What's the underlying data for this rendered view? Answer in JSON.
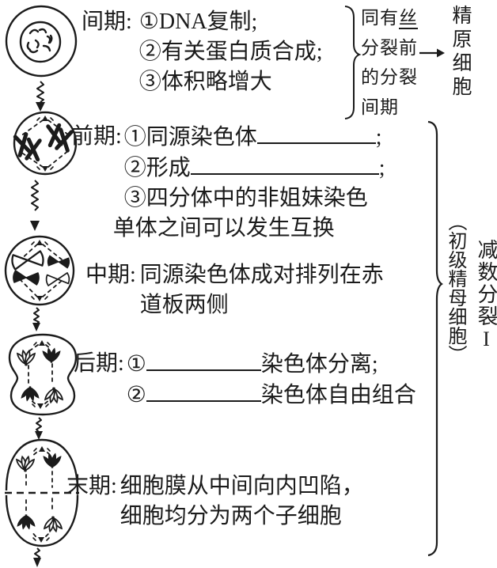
{
  "colors": {
    "ink": "#1b1b1b",
    "paper": "#ffffff"
  },
  "stages": [
    {
      "id": "interphase",
      "label": "间期:",
      "lines": [
        "①DNA复制;",
        "②有关蛋白质合成;",
        "③体积略增大"
      ]
    },
    {
      "id": "prophase",
      "label": "前期:",
      "line1_pre": "①同源染色体",
      "line1_post": ";",
      "line2_pre": "②形成",
      "line2_post": ";",
      "line3": "③四分体中的非姐妹染色",
      "line4": "单体之间可以发生互换"
    },
    {
      "id": "metaphase",
      "label": "中期:",
      "line1": "同源染色体成对排列在赤",
      "line2": "道板两侧"
    },
    {
      "id": "anaphase",
      "label": "后期:",
      "line1_pre": "①",
      "line1_post": "染色体分离;",
      "line2_pre": "②",
      "line2_post": "染色体自由组合"
    },
    {
      "id": "telophase",
      "label": "末期:",
      "line1": "细胞膜从中间向内凹陷，",
      "line2": "细胞均分为两个子细胞"
    }
  ],
  "interphase_note": {
    "part1": "同有",
    "part2_underlined": "丝",
    "part3": "分裂前的分裂间期"
  },
  "arrow_target": "精原细胞",
  "right_labels": {
    "primary_cell": "（初级精母细胞）",
    "meiosis_main": "减数分裂",
    "meiosis_numeral": "I"
  }
}
